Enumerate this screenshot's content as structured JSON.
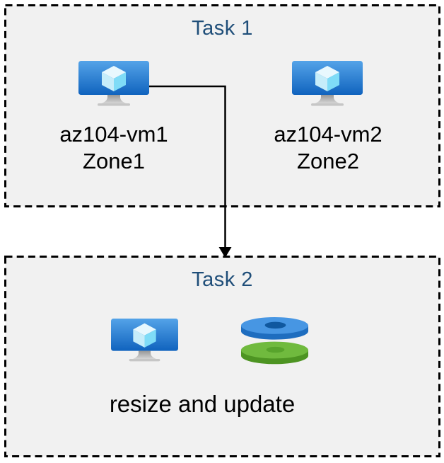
{
  "diagram": {
    "background": "#ffffff",
    "box_fill": "#f1f1f1",
    "box_border_color": "#000000",
    "box_border_style": "dashed",
    "title_color": "#1f4e79"
  },
  "task1": {
    "title": "Task 1",
    "vms": [
      {
        "name": "az104-vm1",
        "zone": "Zone1",
        "icon": "virtual-machine-icon"
      },
      {
        "name": "az104-vm2",
        "zone": "Zone2",
        "icon": "virtual-machine-icon"
      }
    ]
  },
  "task2": {
    "title": "Task 2",
    "caption": "resize and update",
    "icons": [
      "virtual-machine-icon",
      "managed-disks-icon"
    ]
  },
  "connector": {
    "type": "elbow-arrow-down",
    "from": "az104-vm1",
    "to": "Task 2"
  },
  "colors": {
    "vm_screen_top": "#54a3e8",
    "vm_screen_bottom": "#1063be",
    "cube_top": "#e8f8fe",
    "cube_left": "#c6edfa",
    "cube_right": "#7fdcf7",
    "stand_gray_dark": "#979797",
    "stand_gray_light": "#d8d8d8",
    "disk_blue_top": "#4796e3",
    "disk_blue_side": "#1e6dbf",
    "disk_blue_hole": "#10589f",
    "disk_green_top": "#70ba3e",
    "disk_green_side": "#4d9422",
    "disk_green_hole": "#58a42c",
    "arrow_color": "#000000"
  }
}
